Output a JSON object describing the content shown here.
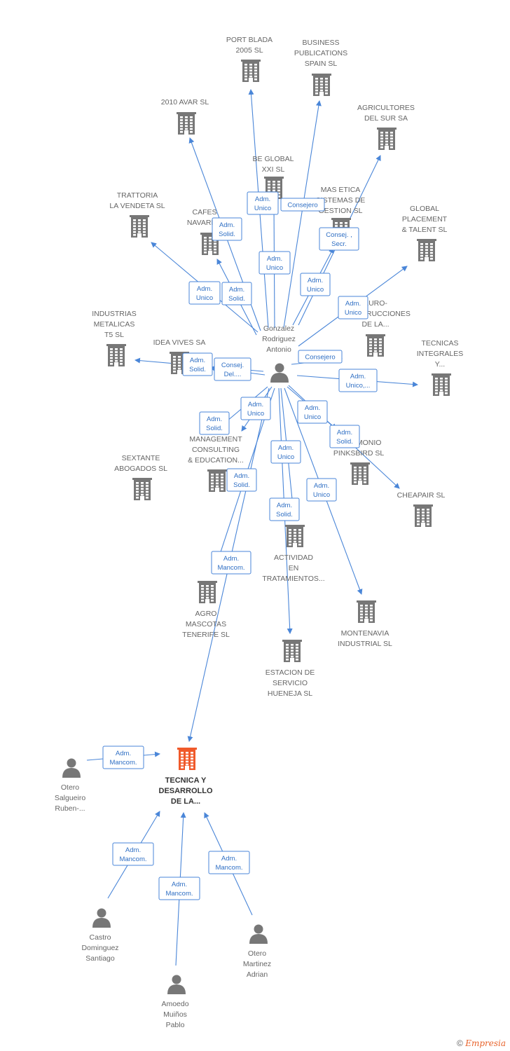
{
  "colors": {
    "edge": "#4a86d8",
    "building": "#777777",
    "building_focus": "#f05a2b",
    "person": "#777777"
  },
  "icons": {
    "company": "building-icon",
    "person": "person-icon"
  },
  "footer": {
    "copyright": "©",
    "brand": "Empresia"
  },
  "nodes": [
    {
      "id": "gonzalez",
      "type": "person",
      "label": [
        "Gonzalez",
        "Rodriguez",
        "Antonio"
      ]
    },
    {
      "id": "port_blada",
      "type": "company",
      "label": [
        "PORT BLADA",
        "2005 SL"
      ]
    },
    {
      "id": "business_pub",
      "type": "company",
      "label": [
        "BUSINESS",
        "PUBLICATIONS",
        "SPAIN SL"
      ]
    },
    {
      "id": "avar",
      "type": "company",
      "label": [
        "2010 AVAR SL"
      ]
    },
    {
      "id": "agricultores",
      "type": "company",
      "label": [
        "AGRICULTORES",
        "DEL SUR SA"
      ]
    },
    {
      "id": "be_global",
      "type": "company",
      "label": [
        "BE GLOBAL",
        "XXI  SL"
      ]
    },
    {
      "id": "mas_etica",
      "type": "company",
      "label": [
        "MAS ETICA",
        "SISTEMAS DE",
        "GESTION  SL"
      ]
    },
    {
      "id": "trattoria",
      "type": "company",
      "label": [
        "TRATTORIA",
        "LA VENDETA SL"
      ]
    },
    {
      "id": "cafes",
      "type": "company",
      "label": [
        "CAFES",
        "NAVARRO"
      ]
    },
    {
      "id": "global_placement",
      "type": "company",
      "label": [
        "GLOBAL",
        "PLACEMENT",
        "& TALENT  SL"
      ]
    },
    {
      "id": "euro",
      "type": "company",
      "label": [
        "EURO-",
        "CONSTRUCCIONES",
        "DE LA..."
      ]
    },
    {
      "id": "industrias",
      "type": "company",
      "label": [
        "INDUSTRIAS",
        "METALICAS",
        "T5 SL"
      ]
    },
    {
      "id": "idea_vives",
      "type": "company",
      "label": [
        "IDEA VIVES SA"
      ]
    },
    {
      "id": "tecnicas_integrales",
      "type": "company",
      "label": [
        "TECNICAS",
        "INTEGRALES",
        "Y..."
      ]
    },
    {
      "id": "sextante",
      "type": "company",
      "label": [
        "SEXTANTE",
        "ABOGADOS SL"
      ]
    },
    {
      "id": "management",
      "type": "company",
      "label": [
        "MANAGEMENT",
        "CONSULTING",
        "& EDUCATION..."
      ]
    },
    {
      "id": "patrimonio",
      "type": "company",
      "label": [
        "PATRIMONIO",
        "PINKSBIRD SL"
      ]
    },
    {
      "id": "cheapair",
      "type": "company",
      "label": [
        "CHEAPAIR  SL"
      ]
    },
    {
      "id": "actividad",
      "type": "company",
      "label": [
        "ACTIVIDAD",
        "EN",
        "TRATAMIENTOS..."
      ]
    },
    {
      "id": "agro",
      "type": "company",
      "label": [
        "AGRO",
        "MASCOTAS",
        "TENERIFE  SL"
      ]
    },
    {
      "id": "montenavia",
      "type": "company",
      "label": [
        "MONTENAVIA",
        "INDUSTRIAL SL"
      ]
    },
    {
      "id": "estacion",
      "type": "company",
      "label": [
        "ESTACION DE",
        "SERVICIO",
        "HUENEJA SL"
      ]
    },
    {
      "id": "tecnica_desarrollo",
      "type": "company_focus",
      "label": [
        "TECNICA Y",
        "DESARROLLO",
        "DE LA..."
      ]
    },
    {
      "id": "otero_salgueiro",
      "type": "person",
      "label": [
        "Otero",
        "Salgueiro",
        "Ruben-..."
      ]
    },
    {
      "id": "castro",
      "type": "person",
      "label": [
        "Castro",
        "Dominguez",
        "Santiago"
      ]
    },
    {
      "id": "amoedo",
      "type": "person",
      "label": [
        "Amoedo",
        "Muiños",
        "Pablo"
      ]
    },
    {
      "id": "otero_martinez",
      "type": "person",
      "label": [
        "Otero",
        "Martinez",
        "Adrian"
      ]
    }
  ],
  "edges": [
    {
      "from": "gonzalez",
      "to": "port_blada",
      "label": [
        "Adm.",
        "Unico"
      ]
    },
    {
      "from": "gonzalez",
      "to": "business_pub",
      "label": [
        "Consejero"
      ]
    },
    {
      "from": "gonzalez",
      "to": "avar",
      "label": [
        "Adm.",
        "Solid."
      ]
    },
    {
      "from": "gonzalez",
      "to": "be_global",
      "label": [
        "Adm.",
        "Unico"
      ]
    },
    {
      "from": "gonzalez",
      "to": "agricultores",
      "label": [
        "Consej. ,",
        "Secr."
      ]
    },
    {
      "from": "gonzalez",
      "to": "mas_etica",
      "label": [
        "Adm.",
        "Unico"
      ]
    },
    {
      "from": "gonzalez",
      "to": "trattoria",
      "label": [
        "Adm.",
        "Unico"
      ]
    },
    {
      "from": "gonzalez",
      "to": "cafes",
      "label": [
        "Adm.",
        "Solid."
      ]
    },
    {
      "from": "gonzalez",
      "to": "global_placement",
      "label": [
        "Adm.",
        "Unico"
      ]
    },
    {
      "from": "gonzalez",
      "to": "euro",
      "label": [
        "Consejero"
      ]
    },
    {
      "from": "gonzalez",
      "to": "industrias",
      "label": [
        "Adm.",
        "Solid."
      ]
    },
    {
      "from": "gonzalez",
      "to": "idea_vives",
      "label": [
        "Consej.",
        "Del...."
      ]
    },
    {
      "from": "gonzalez",
      "to": "tecnicas_integrales",
      "label": [
        "Adm.",
        "Unico,..."
      ]
    },
    {
      "from": "gonzalez",
      "to": "sextante",
      "label": [
        "Adm.",
        "Solid."
      ]
    },
    {
      "from": "gonzalez",
      "to": "management",
      "label": [
        "Adm.",
        "Unico"
      ]
    },
    {
      "from": "gonzalez",
      "to": "patrimonio",
      "label": [
        "Adm.",
        "Unico"
      ]
    },
    {
      "from": "gonzalez",
      "to": "cheapair",
      "label": [
        "Adm.",
        "Solid."
      ]
    },
    {
      "from": "gonzalez",
      "to": "actividad",
      "label": [
        "Adm.",
        "Unico"
      ]
    },
    {
      "from": "gonzalez",
      "to": "agro",
      "label": [
        "Adm.",
        "Solid."
      ]
    },
    {
      "from": "gonzalez",
      "to": "estacion",
      "label": [
        "Adm.",
        "Solid."
      ]
    },
    {
      "from": "gonzalez",
      "to": "montenavia",
      "label": [
        "Adm.",
        "Unico"
      ]
    },
    {
      "from": "gonzalez",
      "to": "tecnica_desarrollo",
      "label": [
        "Adm.",
        "Mancom."
      ]
    },
    {
      "from": "otero_salgueiro",
      "to": "tecnica_desarrollo",
      "label": [
        "Adm.",
        "Mancom."
      ]
    },
    {
      "from": "castro",
      "to": "tecnica_desarrollo",
      "label": [
        "Adm.",
        "Mancom."
      ]
    },
    {
      "from": "amoedo",
      "to": "tecnica_desarrollo",
      "label": [
        "Adm.",
        "Mancom."
      ]
    },
    {
      "from": "otero_martinez",
      "to": "tecnica_desarrollo",
      "label": [
        "Adm.",
        "Mancom."
      ]
    }
  ]
}
